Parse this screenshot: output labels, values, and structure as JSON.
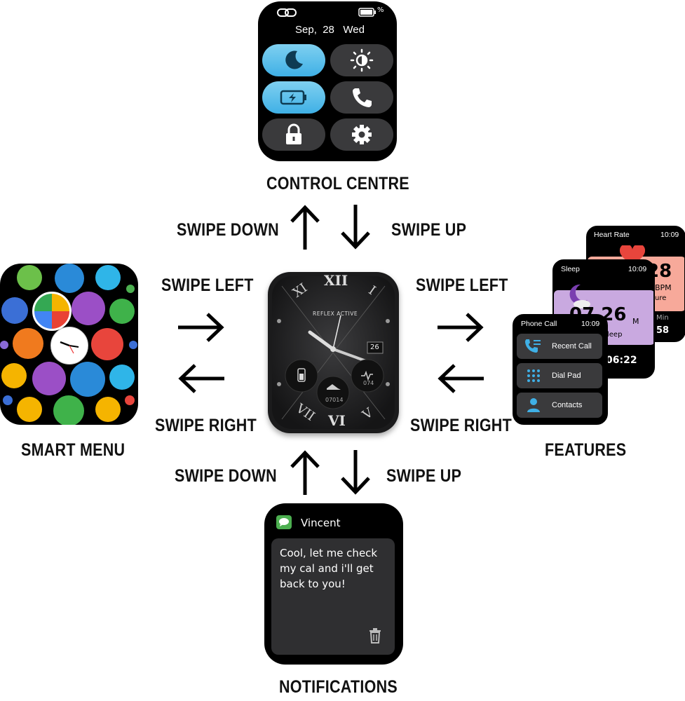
{
  "labels": {
    "control_centre": "CONTROL CENTRE",
    "smart_menu": "SMART MENU",
    "features": "FEATURES",
    "notifications": "NOTIFICATIONS",
    "swipe_down_top": "SWIPE DOWN",
    "swipe_up_top": "SWIPE UP",
    "swipe_left_left": "SWIPE LEFT",
    "swipe_right_left": "SWIPE RIGHT",
    "swipe_left_right": "SWIPE LEFT",
    "swipe_right_right": "SWIPE RIGHT",
    "swipe_down_bottom": "SWIPE DOWN",
    "swipe_up_bottom": "SWIPE UP"
  },
  "control_centre": {
    "date": "Sep,  28   Wed",
    "battery_suffix": "%"
  },
  "watch_face": {
    "brand": "REFLEX ACTIVE",
    "numeral_12": "XII",
    "numeral_6": "VI",
    "numeral_5": "V",
    "numeral_7": "VII",
    "numeral_11": "XI",
    "numeral_1": "I",
    "day": "26",
    "steps": "07014",
    "heart": "074"
  },
  "features": {
    "heart_rate": {
      "title": "Heart Rate",
      "time": "10:09",
      "value": "28",
      "unit": "BPM",
      "sub": "ure",
      "min_label": "Min",
      "min_value": "58"
    },
    "sleep": {
      "title": "Sleep",
      "time": "10:09",
      "big": "07 26",
      "unit": "M",
      "sub": "leep",
      "duration": "06:22"
    },
    "phone_call": {
      "title": "Phone Call",
      "time": "10:09",
      "items": [
        "Recent Call",
        "Dial Pad",
        "Contacts"
      ]
    }
  },
  "notification": {
    "sender": "Vincent",
    "message": "Cool, let me check my cal and i'll get back to you!"
  },
  "colors": {
    "accent_blue": "#3fb0e6",
    "heart_card": "#f7a99a",
    "sleep_card": "#c9a9e0"
  }
}
